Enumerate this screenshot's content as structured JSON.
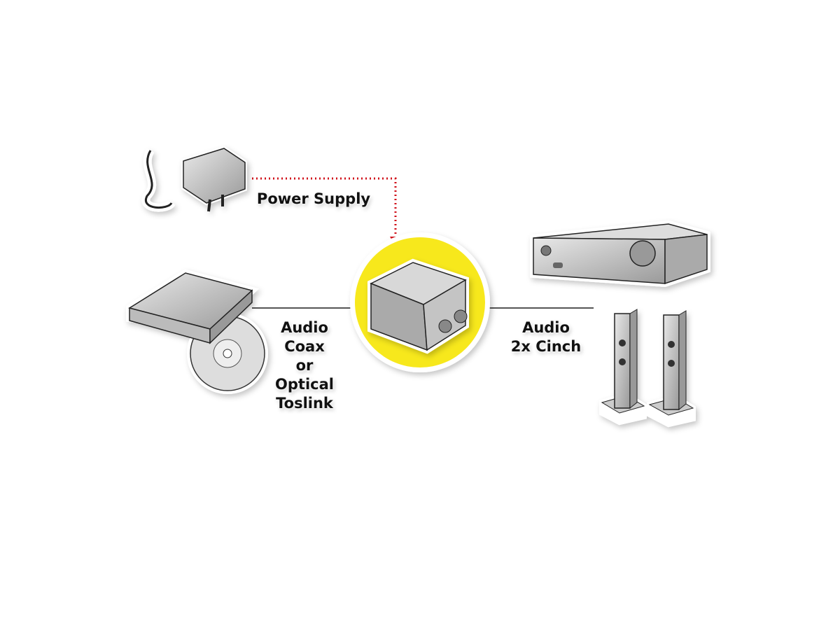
{
  "labels": {
    "power": "Power Supply",
    "input": [
      "Audio",
      "Coax",
      "or",
      "Optical",
      "Toslink"
    ],
    "output": [
      "Audio",
      "2x Cinch"
    ]
  },
  "devices": {
    "power_supply": "power-adapter-icon",
    "source": "cd-player-icon",
    "converter": "digital-to-analog-converter-icon",
    "amplifier": "amplifier-icon",
    "speakers": "speakers-icon"
  },
  "colors": {
    "highlight": "#f7e81c",
    "power_line": "#d0121b",
    "cable": "#555555"
  }
}
